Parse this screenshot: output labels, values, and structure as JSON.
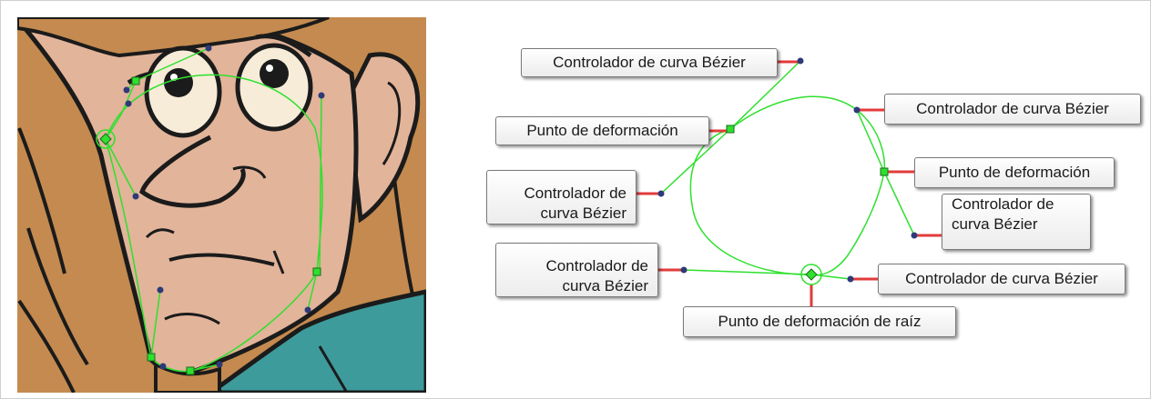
{
  "colors": {
    "hair": "#c48a4f",
    "skin": "#e2b49a",
    "outline": "#1b1b1b",
    "shirt": "#3e9b9b",
    "eye_white": "#f6ecd8",
    "curve": "#2ee02e",
    "handle": "#2e3a78",
    "leader": "#e23b3b"
  },
  "icons": {
    "deform_point": "green-square-icon",
    "root_point": "green-diamond-circle-icon",
    "bezier_handle": "blue-dot-icon"
  },
  "labels": {
    "handle_top": "Controlador de curva Bézier",
    "deform_left": "Punto de deformación",
    "handle_left_1": "Controlador de",
    "handle_left_2": "curva Bézier",
    "handle_bottom_left_1": "Controlador de",
    "handle_bottom_left_2": "curva Bézier",
    "handle_right_top": "Controlador de curva Bézier",
    "deform_right": "Punto de deformación",
    "handle_right_1": "Controlador de",
    "handle_right_2": "curva Bézier",
    "handle_bottom_right": "Controlador de curva Bézier",
    "root": "Punto de deformación de raíz"
  }
}
